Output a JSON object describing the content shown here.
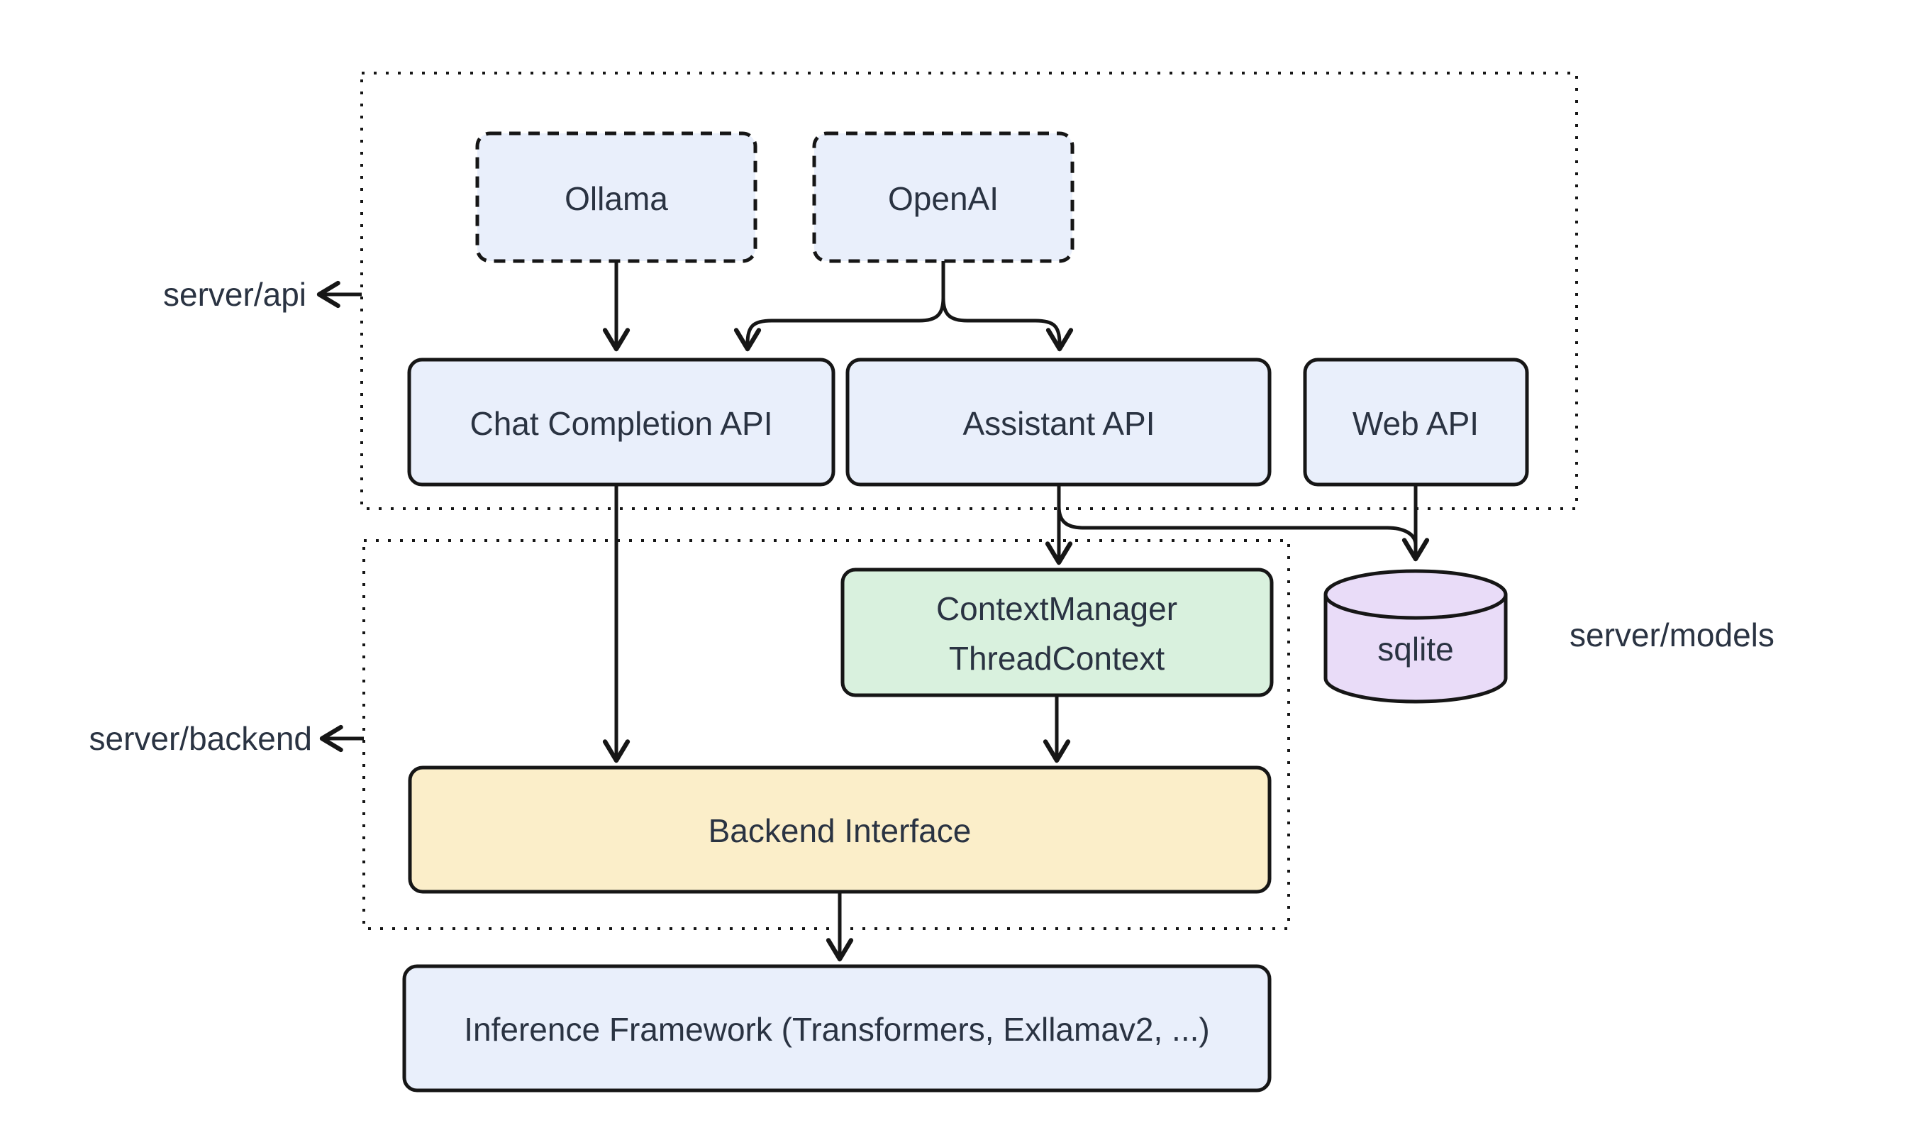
{
  "diagram": {
    "type": "architecture-diagram",
    "groups": {
      "api": {
        "label": "server/api"
      },
      "backend": {
        "label": "server/backend"
      },
      "models": {
        "label": "server/models"
      }
    },
    "nodes": {
      "ollama": {
        "label": "Ollama",
        "style": "dashed-blue"
      },
      "openai": {
        "label": "OpenAI",
        "style": "dashed-blue"
      },
      "chat_completion_api": {
        "label": "Chat Completion API",
        "style": "solid-blue"
      },
      "assistant_api": {
        "label": "Assistant API",
        "style": "solid-blue"
      },
      "web_api": {
        "label": "Web API",
        "style": "solid-blue"
      },
      "context_manager": {
        "line1": "ContextManager",
        "line2": "ThreadContext",
        "style": "solid-green"
      },
      "backend_interface": {
        "label": "Backend Interface",
        "style": "solid-yellow"
      },
      "inference_framework": {
        "label": "Inference Framework (Transformers, Exllamav2, ...)",
        "style": "solid-blue"
      },
      "sqlite": {
        "label": "sqlite",
        "style": "cylinder-purple"
      }
    },
    "edges": [
      {
        "from": "Ollama",
        "to": "Chat Completion API"
      },
      {
        "from": "OpenAI",
        "to": "Chat Completion API"
      },
      {
        "from": "OpenAI",
        "to": "Assistant API"
      },
      {
        "from": "Chat Completion API",
        "to": "Backend Interface"
      },
      {
        "from": "Assistant API",
        "to": "ContextManager ThreadContext"
      },
      {
        "from": "Assistant API",
        "to": "sqlite"
      },
      {
        "from": "Web API",
        "to": "sqlite"
      },
      {
        "from": "ContextManager ThreadContext",
        "to": "Backend Interface"
      },
      {
        "from": "Backend Interface",
        "to": "Inference Framework (Transformers, Exllamav2, ...)"
      }
    ],
    "colors": {
      "background": "#ffffff",
      "node_blue": "#e9effb",
      "node_green": "#d9f1de",
      "node_yellow": "#fbeec9",
      "node_purple": "#e9dcf8",
      "line": "#161616",
      "text": "#2a3342"
    }
  }
}
